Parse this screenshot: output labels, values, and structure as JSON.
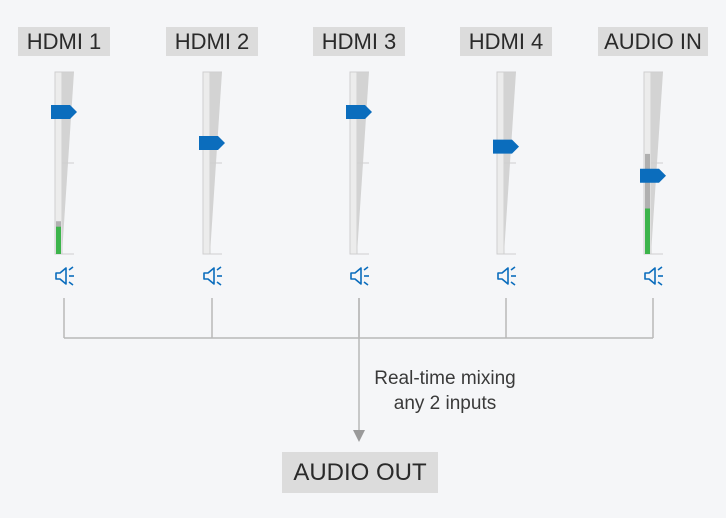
{
  "channels": [
    {
      "label": "HDMI 1",
      "fader_level": 0.78,
      "meter_level": 0.15,
      "peak_level": 0.18
    },
    {
      "label": "HDMI 2",
      "fader_level": 0.61,
      "meter_level": 0,
      "peak_level": 0
    },
    {
      "label": "HDMI 3",
      "fader_level": 0.78,
      "meter_level": 0,
      "peak_level": 0
    },
    {
      "label": "HDMI 4",
      "fader_level": 0.59,
      "meter_level": 0,
      "peak_level": 0
    },
    {
      "label": "AUDIO IN",
      "fader_level": 0.43,
      "meter_level": 0.25,
      "peak_level": 0.55
    }
  ],
  "output": {
    "label": "AUDIO OUT"
  },
  "caption": {
    "line1": "Real-time mixing",
    "line2": "any 2 inputs"
  },
  "icons": {
    "channel_icon": "speaker-icon"
  },
  "colors": {
    "accent": "#0b6dbd",
    "meter_green": "#3cb44b",
    "meter_peak": "#b0b0b0",
    "connector": "#b8b8b8",
    "label_bg": "#dcdcdc"
  }
}
